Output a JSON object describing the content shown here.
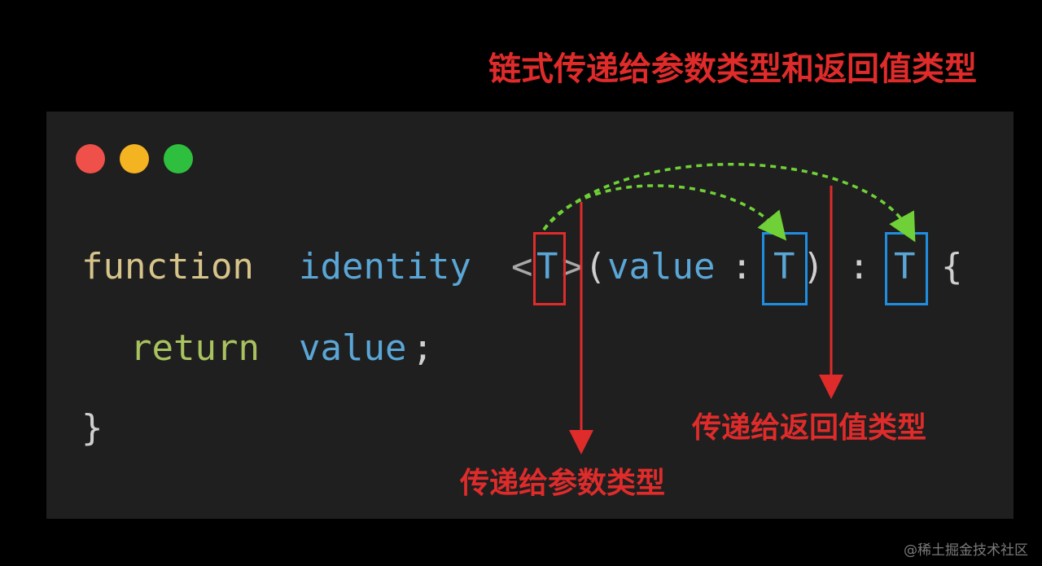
{
  "title": "链式传递给参数类型和返回值类型",
  "window_controls": {
    "close_color": "#f0504a",
    "minimize_color": "#f4b321",
    "maximize_color": "#2fbf3f"
  },
  "code": {
    "line1": {
      "keyword": "function",
      "name": "identity",
      "generic_open": "<",
      "generic_type": "T",
      "generic_close": ">",
      "paren_open": "(",
      "param": "value",
      "colon": ":",
      "param_type": "T",
      "paren_close": ")",
      "ret_colon": ":",
      "return_type": "T",
      "brace_open": "{"
    },
    "line2": {
      "keyword": "return",
      "value": "value",
      "semicolon": ";"
    },
    "line3": {
      "brace_close": "}"
    }
  },
  "annotations": {
    "to_param": "传递给参数类型",
    "to_return": "传递给返回值类型"
  },
  "colors": {
    "annotation_red": "#e02b2b",
    "arrow_green": "#6fd037",
    "box_blue": "#1f8ee0",
    "box_red": "#e02b2b"
  },
  "watermark": "@稀土掘金技术社区"
}
